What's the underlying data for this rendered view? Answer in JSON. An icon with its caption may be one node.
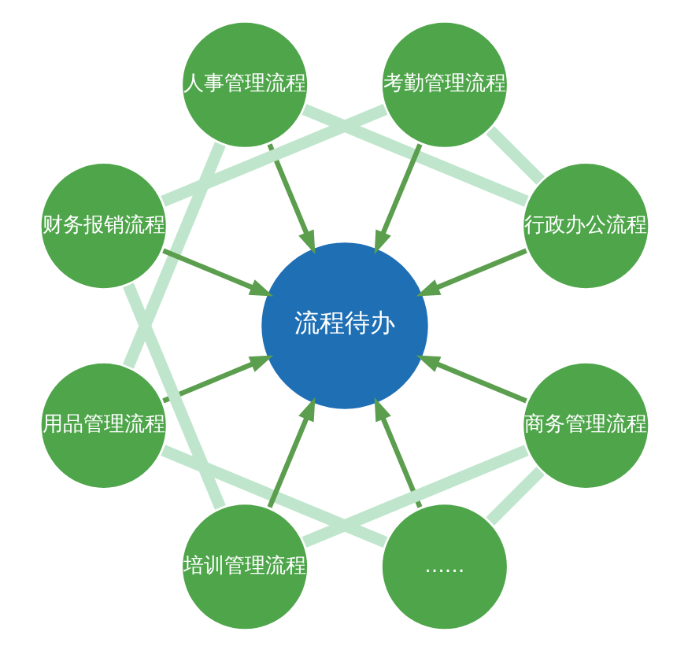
{
  "diagram": {
    "nodes": [
      {
        "text": [
          "行政办公流程"
        ]
      },
      {
        "text": [
          "考勤管理流程"
        ]
      },
      {
        "text": [
          "人事管理流程"
        ]
      },
      {
        "text": [
          "财务报销流程"
        ]
      },
      {
        "text": [
          "流程待办"
        ]
      },
      {
        "text": [
          "用品管理流程"
        ]
      },
      {
        "text": [
          "培训管理流程"
        ]
      },
      {
        "text": [
          "……"
        ]
      },
      {
        "text": [
          "商务管理流程"
        ]
      }
    ],
    "edges": [
      {
        "from": 0,
        "to": 4,
        "arrow": "to"
      },
      {
        "from": 2,
        "to": 4,
        "arrow": "to"
      },
      {
        "from": 5,
        "to": 4,
        "arrow": "to"
      },
      {
        "from": 7,
        "to": 4,
        "arrow": "to"
      },
      {
        "from": 8,
        "to": 4,
        "arrow": "to"
      },
      {
        "from": 6,
        "to": 4,
        "arrow": "to"
      },
      {
        "from": 3,
        "to": 4,
        "arrow": "to"
      },
      {
        "from": 1,
        "to": 4,
        "arrow": "to"
      },
      {
        "from": 0,
        "to": 2,
        "arrow": "none",
        "style": "thick",
        "color": "#bfe6cc"
      },
      {
        "from": 2,
        "to": 5,
        "arrow": "none",
        "style": "thick",
        "color": "#bfe6cc"
      },
      {
        "from": 5,
        "to": 7,
        "arrow": "none",
        "style": "thick",
        "color": "#bfe6cc"
      },
      {
        "from": 7,
        "to": 8,
        "arrow": "none",
        "style": "thick",
        "color": "#bfe6cc"
      },
      {
        "from": 8,
        "to": 6,
        "arrow": "none",
        "style": "thick",
        "color": "#bfe6cc"
      },
      {
        "from": 6,
        "to": 3,
        "arrow": "none",
        "style": "thick",
        "color": "#bfe6cc"
      },
      {
        "from": 3,
        "to": 1,
        "arrow": "none",
        "style": "thick",
        "color": "#bfe6cc"
      },
      {
        "from": 1,
        "to": 0,
        "arrow": "none",
        "style": "thick",
        "color": "#bfe6cc"
      }
    ]
  }
}
